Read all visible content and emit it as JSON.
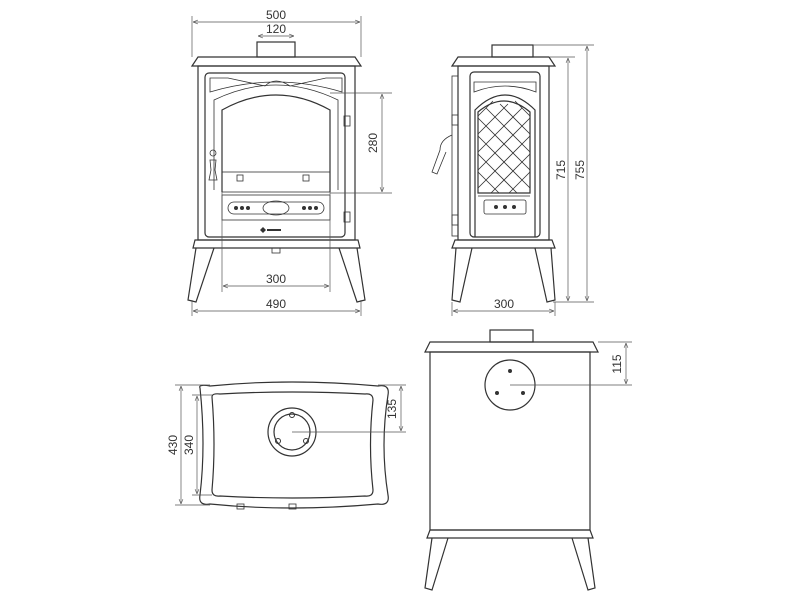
{
  "dimensions": {
    "front_width": "500",
    "flue_width": "120",
    "door_height": "280",
    "legs_inner": "300",
    "base_width": "490",
    "side_depth": "300",
    "height_body": "715",
    "height_total": "755",
    "top_depth": "430",
    "top_inner": "340",
    "flue_offset_top": "135",
    "flue_offset_back": "115"
  }
}
